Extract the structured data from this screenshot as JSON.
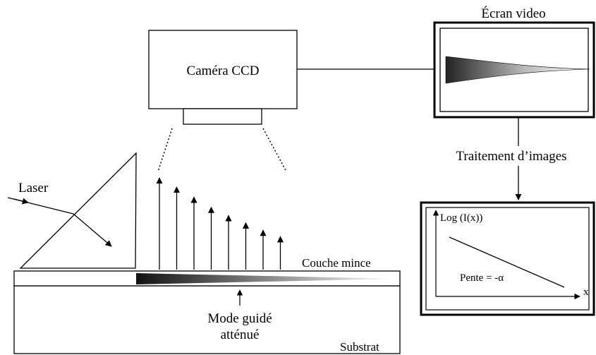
{
  "labels": {
    "camera": "Caméra CCD",
    "screen": "Écran video",
    "processing": "Traitement d’images",
    "laser": "Laser",
    "thin_layer": "Couche mince",
    "mode_line1": "Mode guidé",
    "mode_line2": "atténué",
    "substrate": "Substrat",
    "plot_ylabel": "Log (I(x))",
    "plot_xlabel": "x",
    "slope": "Pente = -α"
  },
  "scattered_light": {
    "description_levels": [
      1.0,
      0.9,
      0.79,
      0.68,
      0.59,
      0.51,
      0.43,
      0.36
    ]
  },
  "colors": {
    "ink": "#000000",
    "gradient_start": "#1a1a1a",
    "gradient_end": "#ffffff"
  }
}
